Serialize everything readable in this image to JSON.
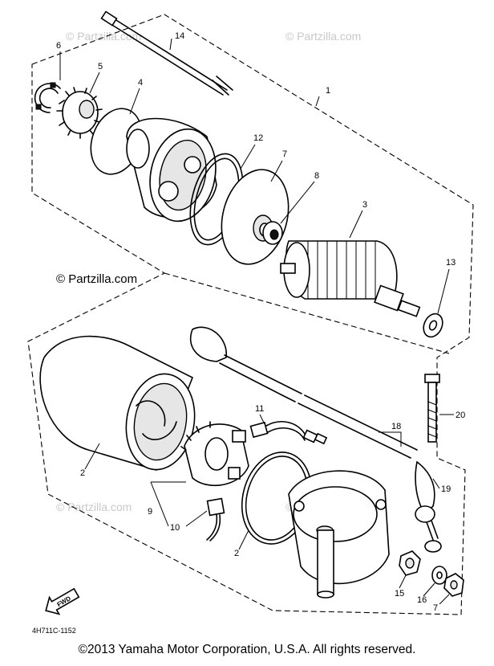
{
  "watermark": "© Partzilla.com",
  "part_code": "4H711C-1152",
  "fwd_label": "FWD",
  "callouts": {
    "c1": "1",
    "c2a": "2",
    "c2b": "2",
    "c3": "3",
    "c4": "4",
    "c5": "5",
    "c6": "6",
    "c7a": "7",
    "c7b": "7",
    "c8": "8",
    "c9": "9",
    "c10": "10",
    "c11": "11",
    "c12": "12",
    "c13": "13",
    "c14": "14",
    "c15": "15",
    "c16": "16",
    "c18": "18",
    "c19": "19",
    "c20": "20"
  },
  "copyright": "©2013 Yamaha Motor Corporation, U.S.A. All rights reserved."
}
